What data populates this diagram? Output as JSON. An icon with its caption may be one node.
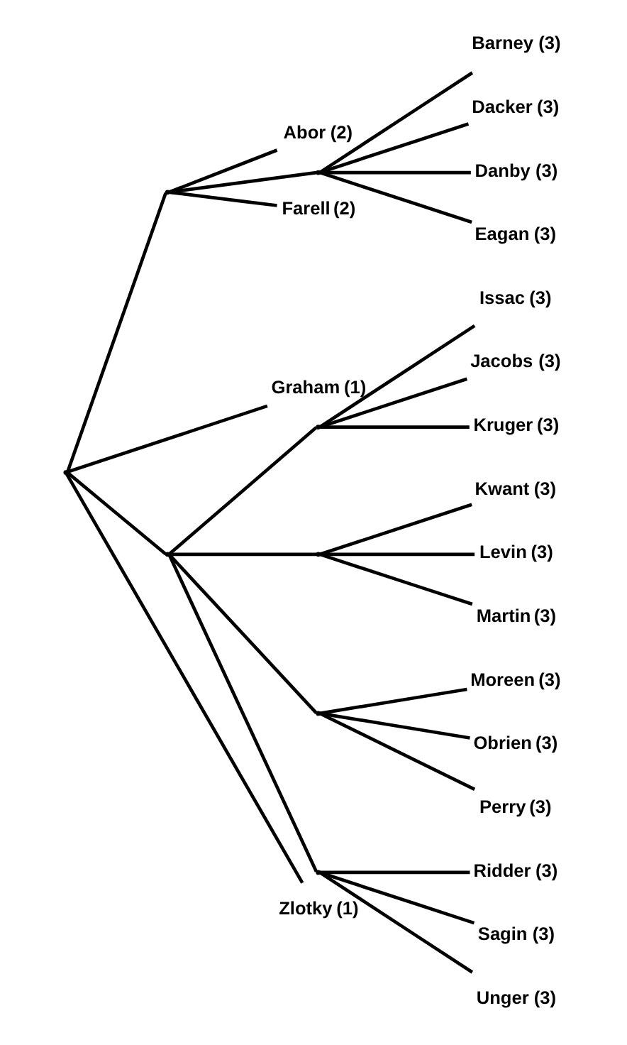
{
  "diagram": {
    "nodes": [
      {
        "text": [],
        "shape": "point"
      },
      {
        "text": [],
        "shape": "point"
      },
      {
        "text": [
          "Abor"
        ],
        "beside": [
          "(2)"
        ]
      },
      {
        "text": [],
        "shape": "point"
      },
      {
        "text": [
          "Barney"
        ],
        "beside": [
          "(3)"
        ]
      },
      {
        "text": [
          "Dacker"
        ],
        "beside": [
          "(3)"
        ]
      },
      {
        "text": [
          "Danby"
        ],
        "beside": [
          "(3)"
        ]
      },
      {
        "text": [
          "Eagan"
        ],
        "beside": [
          "(3)"
        ]
      },
      {
        "text": [
          "Farell"
        ],
        "beside": [
          "(2)"
        ]
      },
      {
        "text": [
          "Graham"
        ],
        "beside": [
          "(1)"
        ]
      },
      {
        "text": [],
        "shape": "point"
      },
      {
        "text": [],
        "shape": "point"
      },
      {
        "text": [
          "Issac"
        ],
        "beside": [
          "(3)"
        ]
      },
      {
        "text": [
          "Jacobs"
        ],
        "beside": [
          "(3)"
        ]
      },
      {
        "text": [
          "Kruger"
        ],
        "beside": [
          "(3)"
        ]
      },
      {
        "text": [],
        "shape": "point"
      },
      {
        "text": [
          "Kwant"
        ],
        "beside": [
          "(3)"
        ]
      },
      {
        "text": [
          "Levin"
        ],
        "beside": [
          "(3)"
        ]
      },
      {
        "text": [
          "Martin"
        ],
        "beside": [
          "(3)"
        ]
      },
      {
        "text": [],
        "shape": "point"
      },
      {
        "text": [
          "Moreen"
        ],
        "beside": [
          "(3)"
        ]
      },
      {
        "text": [
          "Obrien"
        ],
        "beside": [
          "(3)"
        ]
      },
      {
        "text": [
          "Perry"
        ],
        "beside": [
          "(3)"
        ]
      },
      {
        "text": [],
        "shape": "point"
      },
      {
        "text": [
          "Ridder"
        ],
        "beside": [
          "(3)"
        ]
      },
      {
        "text": [
          "Sagin"
        ],
        "beside": [
          "(3)"
        ]
      },
      {
        "text": [
          "Unger"
        ],
        "beside": [
          "(3)"
        ]
      },
      {
        "text": [
          "Zlotky"
        ],
        "beside": [
          "(1)"
        ]
      }
    ],
    "edges": [
      {
        "from": 0,
        "to": 1,
        "arrow": "none"
      },
      {
        "from": 1,
        "to": 2,
        "arrow": "none"
      },
      {
        "from": 1,
        "to": 3,
        "arrow": "none"
      },
      {
        "from": 3,
        "to": 4,
        "arrow": "none"
      },
      {
        "from": 3,
        "to": 5,
        "arrow": "none"
      },
      {
        "from": 3,
        "to": 6,
        "arrow": "none"
      },
      {
        "from": 3,
        "to": 7,
        "arrow": "none"
      },
      {
        "from": 1,
        "to": 8,
        "arrow": "none"
      },
      {
        "from": 0,
        "to": 9,
        "arrow": "none"
      },
      {
        "from": 0,
        "to": 10,
        "arrow": "none"
      },
      {
        "from": 10,
        "to": 11,
        "arrow": "none"
      },
      {
        "from": 11,
        "to": 12,
        "arrow": "none"
      },
      {
        "from": 11,
        "to": 13,
        "arrow": "none"
      },
      {
        "from": 11,
        "to": 14,
        "arrow": "none"
      },
      {
        "from": 10,
        "to": 15,
        "arrow": "none"
      },
      {
        "from": 15,
        "to": 16,
        "arrow": "none"
      },
      {
        "from": 15,
        "to": 17,
        "arrow": "none"
      },
      {
        "from": 15,
        "to": 18,
        "arrow": "none"
      },
      {
        "from": 10,
        "to": 19,
        "arrow": "none"
      },
      {
        "from": 19,
        "to": 20,
        "arrow": "none"
      },
      {
        "from": 19,
        "to": 21,
        "arrow": "none"
      },
      {
        "from": 19,
        "to": 22,
        "arrow": "none"
      },
      {
        "from": 10,
        "to": 23,
        "arrow": "none"
      },
      {
        "from": 23,
        "to": 24,
        "arrow": "none"
      },
      {
        "from": 23,
        "to": 25,
        "arrow": "none"
      },
      {
        "from": 23,
        "to": 26,
        "arrow": "none"
      },
      {
        "from": 0,
        "to": 27,
        "arrow": "none"
      }
    ]
  }
}
